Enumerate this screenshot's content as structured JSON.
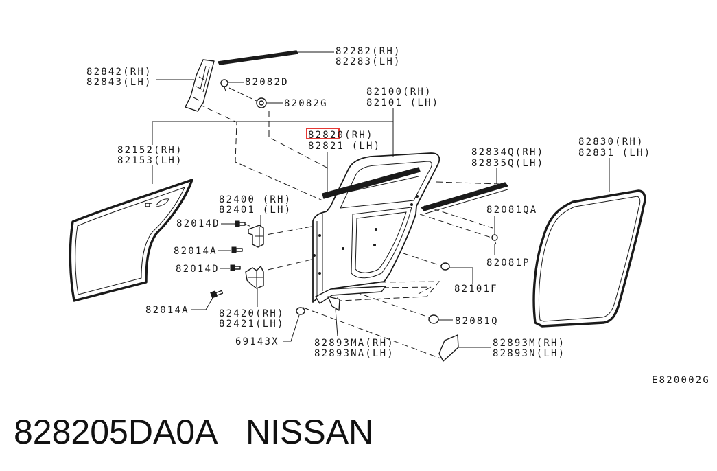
{
  "labels": [
    "82282(RH)",
    "82283(LH)",
    "82842(RH)",
    "82843(LH)",
    "82082D",
    "82082G",
    "82100(RH)",
    "82101 (LH)",
    "82820(RH)",
    "82821 (LH)",
    "82834Q(RH)",
    "82835Q(LH)",
    "82830(RH)",
    "82831 (LH)",
    "82152(RH)",
    "82153(LH)",
    "82400 (RH)",
    "82401 (LH)",
    "82014D",
    "82014A",
    "82014D",
    "82081QA",
    "82014A",
    "82081P",
    "82101F",
    "82420(RH)",
    "82421(LH)",
    "82081Q",
    "69143X",
    "82893MA(RH)",
    "82893NA(LH)",
    "82893M(RH)",
    "82893N(LH)"
  ],
  "figure_code": "E820002G",
  "caption": {
    "part_number": "828205DA0A",
    "brand": "NISSAN"
  },
  "colors": {
    "ink": "#1a1a1a",
    "highlight": "#e53935",
    "background": "#ffffff"
  }
}
